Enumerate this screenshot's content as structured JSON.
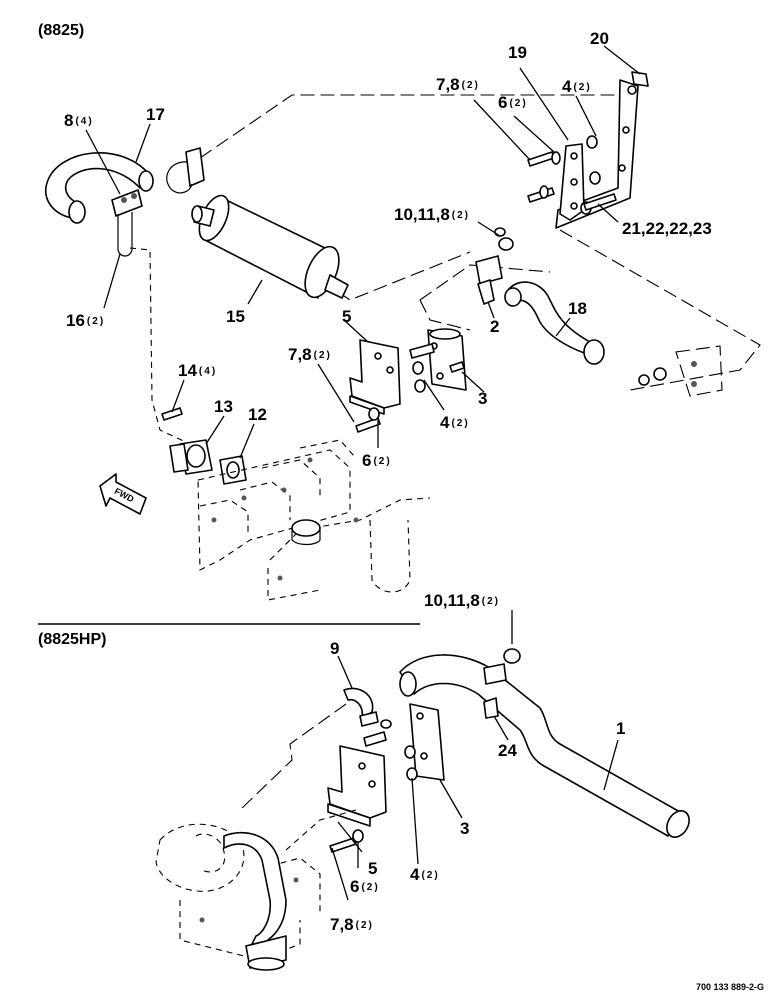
{
  "sections": [
    {
      "label": "(8825)"
    },
    {
      "label": "(8825HP)"
    }
  ],
  "callouts": {
    "c20": {
      "main": "20",
      "qty": ""
    },
    "c19": {
      "main": "19",
      "qty": ""
    },
    "c78a": {
      "main": "7,8",
      "qty": "(2)"
    },
    "c4a": {
      "main": "4",
      "qty": "(2)"
    },
    "c6a": {
      "main": "6",
      "qty": "(2)"
    },
    "c8a": {
      "main": "8",
      "qty": "(4)"
    },
    "c17": {
      "main": "17",
      "qty": ""
    },
    "c10a": {
      "main": "10,11,8",
      "qty": "(2)"
    },
    "c21": {
      "main": "21,22,22,23",
      "qty": ""
    },
    "c16": {
      "main": "16",
      "qty": "(2)"
    },
    "c15": {
      "main": "15",
      "qty": ""
    },
    "c5a": {
      "main": "5",
      "qty": ""
    },
    "c2": {
      "main": "2",
      "qty": ""
    },
    "c18": {
      "main": "18",
      "qty": ""
    },
    "c78b": {
      "main": "7,8",
      "qty": "(2)"
    },
    "c14": {
      "main": "14",
      "qty": "(4)"
    },
    "c13": {
      "main": "13",
      "qty": ""
    },
    "c12": {
      "main": "12",
      "qty": ""
    },
    "c3a": {
      "main": "3",
      "qty": ""
    },
    "c4b": {
      "main": "4",
      "qty": "(2)"
    },
    "c6b": {
      "main": "6",
      "qty": "(2)"
    },
    "c10b": {
      "main": "10,11,8",
      "qty": "(2)"
    },
    "c9": {
      "main": "9",
      "qty": ""
    },
    "c1": {
      "main": "1",
      "qty": ""
    },
    "c24": {
      "main": "24",
      "qty": ""
    },
    "c3b": {
      "main": "3",
      "qty": ""
    },
    "c5b": {
      "main": "5",
      "qty": ""
    },
    "c4c": {
      "main": "4",
      "qty": "(2)"
    },
    "c6c": {
      "main": "6",
      "qty": "(2)"
    },
    "c78c": {
      "main": "7,8",
      "qty": "(2)"
    }
  },
  "fwd_label": "FWD",
  "drawing_number": "700 133 889-2-G",
  "colors": {
    "ink": "#000000",
    "paper": "#ffffff"
  }
}
